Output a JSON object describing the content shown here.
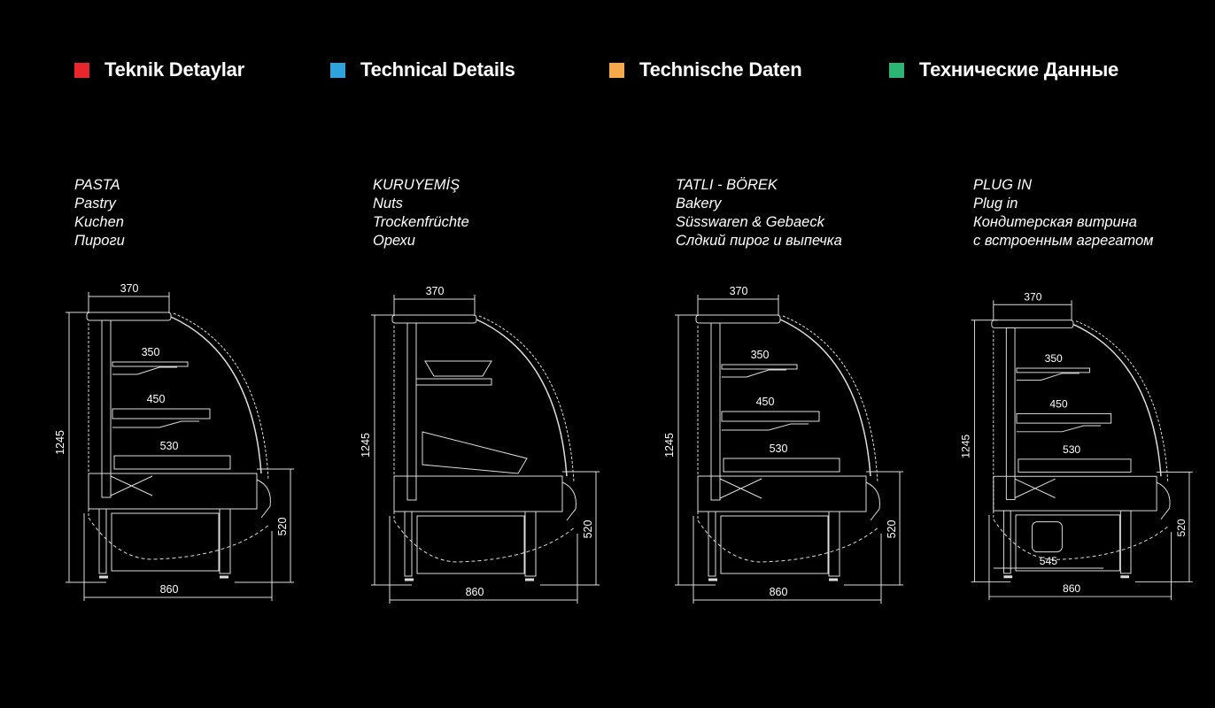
{
  "legend": [
    {
      "label": "Teknik Detaylar",
      "color": "#e8262b"
    },
    {
      "label": "Technical Details",
      "color": "#2ea3dc"
    },
    {
      "label": "Technische Daten",
      "color": "#f6a94a"
    },
    {
      "label": "Технические Данные",
      "color": "#2bb673"
    }
  ],
  "models": [
    {
      "lines": [
        "PASTA",
        "Pastry",
        "Kuchen",
        "Пироги"
      ],
      "dims": {
        "top": "370",
        "height": "1245",
        "shelf1": "350",
        "shelf2": "450",
        "pan": "530",
        "base": "520",
        "width": "860"
      }
    },
    {
      "lines": [
        "KURUYEMİŞ",
        "Nuts",
        "Trockenfrüchte",
        "Орехи"
      ],
      "dims": {
        "top": "370",
        "height": "1245",
        "base": "520",
        "width": "860"
      }
    },
    {
      "lines": [
        "TATLI - BÖREK",
        "Bakery",
        "Süsswaren & Gebaeck",
        "Слдкий пирог и выпечка"
      ],
      "dims": {
        "top": "370",
        "height": "1245",
        "shelf1": "350",
        "shelf2": "450",
        "pan": "530",
        "base": "520",
        "width": "860"
      }
    },
    {
      "lines": [
        "PLUG IN",
        "Plug in",
        "Кондитерская витрина",
        "с встроенным агрегатом"
      ],
      "dims": {
        "top": "370",
        "height": "1245",
        "shelf1": "350",
        "shelf2": "450",
        "pan": "530",
        "base": "520",
        "inner": "545",
        "width": "860"
      }
    }
  ]
}
